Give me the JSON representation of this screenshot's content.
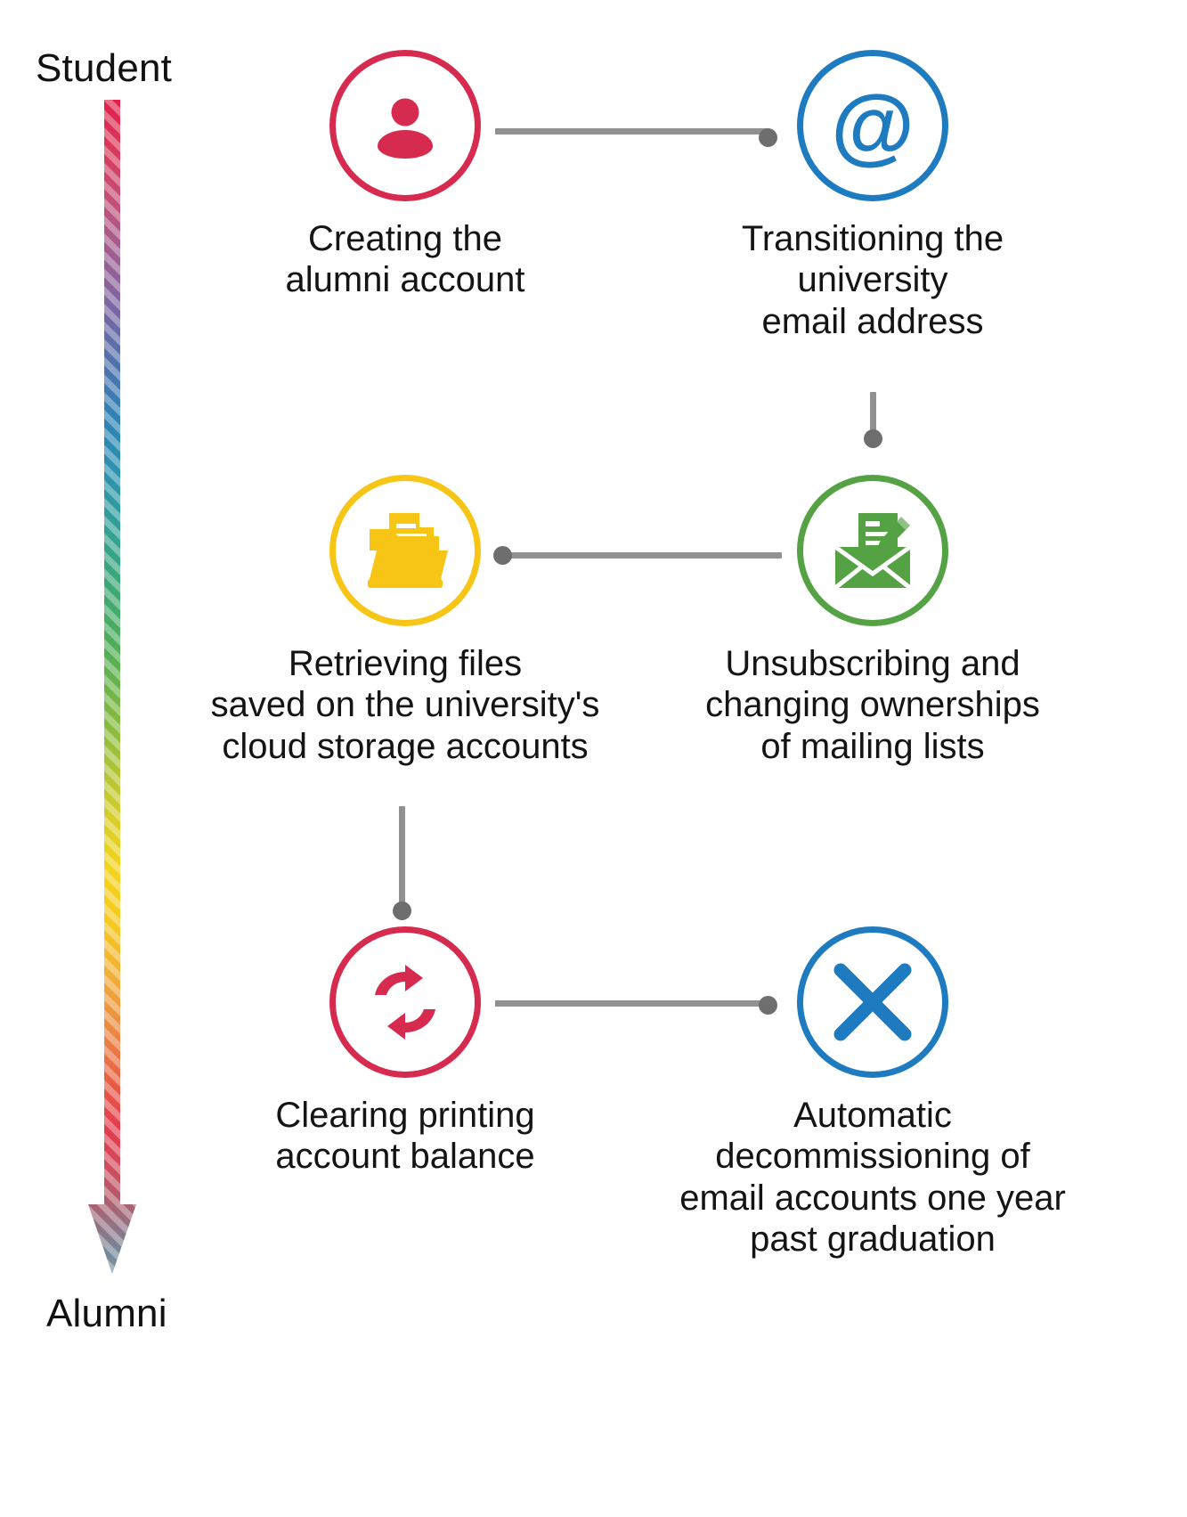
{
  "diagram": {
    "title_visible": false,
    "background": "#ffffff",
    "timeline": {
      "start_label": "Student",
      "end_label": "Alumni",
      "direction": "downward-arrow",
      "gradient_stops": [
        "#E0204B",
        "#C94C6E",
        "#8E5E8E",
        "#5C6FA8",
        "#3081B5",
        "#2E9AA8",
        "#3FA878",
        "#5FB04A",
        "#9FBF37",
        "#E8C72A",
        "#F2D01E",
        "#F0A93C",
        "#E8743F",
        "#E33B4E",
        "#C05160",
        "#8E7C86",
        "#6F8A94",
        "#7E99A3"
      ],
      "texture": "diagonal-stripes",
      "arrow_head_color": "#7C97A3"
    },
    "connector": {
      "line_color": "#919191",
      "dot_color": "#6e6e6e"
    },
    "nodes": [
      {
        "id": "creating-alumni-account",
        "icon": "person-icon",
        "color": "#D62B4F",
        "caption": "Creating the\nalumni account",
        "column": "left",
        "row": 1
      },
      {
        "id": "transitioning-email",
        "icon": "at-sign-icon",
        "color": "#1F7BBF",
        "caption": "Transitioning the\nuniversity\nemail address",
        "column": "right",
        "row": 1
      },
      {
        "id": "retrieving-files",
        "icon": "folder-documents-icon",
        "color": "#F6C516",
        "caption": "Retrieving files\nsaved on the university's\ncloud storage accounts",
        "column": "left",
        "row": 2
      },
      {
        "id": "unsubscribing-mailing-lists",
        "icon": "mail-edit-icon",
        "color": "#55A244",
        "caption": "Unsubscribing and\nchanging ownerships\nof mailing lists",
        "column": "right",
        "row": 2
      },
      {
        "id": "clearing-printing-balance",
        "icon": "refresh-sync-icon",
        "color": "#D62B4F",
        "caption": "Clearing printing\naccount balance",
        "column": "left",
        "row": 3
      },
      {
        "id": "decommissioning-email",
        "icon": "close-x-icon",
        "color": "#1F7BBF",
        "caption": "Automatic\ndecommissioning of\nemail accounts one year\npast graduation",
        "column": "right",
        "row": 3
      }
    ],
    "flow": [
      {
        "from": "creating-alumni-account",
        "to": "transitioning-email",
        "type": "horizontal"
      },
      {
        "from": "transitioning-email",
        "to": "unsubscribing-mailing-lists",
        "type": "vertical"
      },
      {
        "from": "unsubscribing-mailing-lists",
        "to": "retrieving-files",
        "type": "horizontal"
      },
      {
        "from": "retrieving-files",
        "to": "clearing-printing-balance",
        "type": "vertical"
      },
      {
        "from": "clearing-printing-balance",
        "to": "decommissioning-email",
        "type": "horizontal"
      }
    ]
  }
}
